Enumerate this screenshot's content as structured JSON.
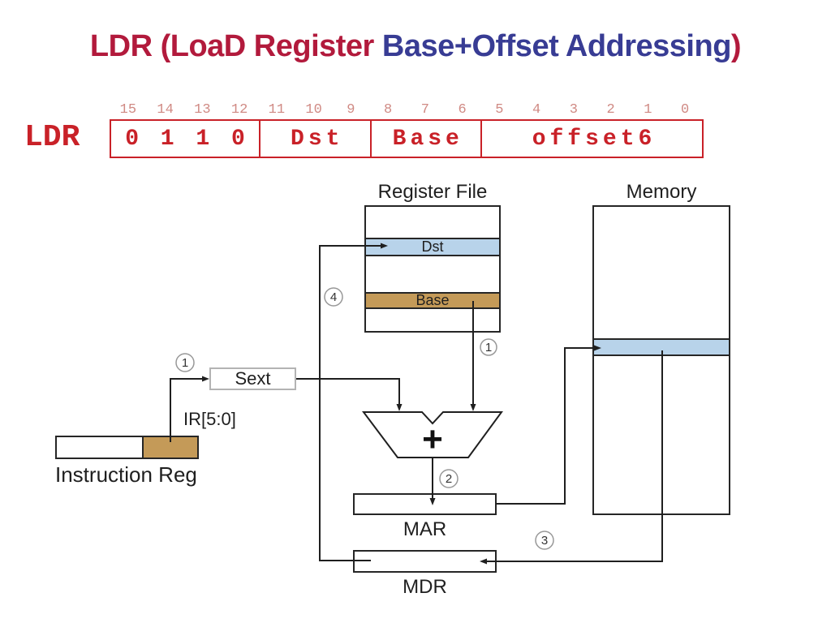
{
  "title": {
    "prefix": "LDR (LoaD Register ",
    "highlight": "Base+Offset Addressing",
    "suffix": ")"
  },
  "instruction_format": {
    "mnemonic": "LDR",
    "bit_numbers": [
      "15",
      "14",
      "13",
      "12",
      "11",
      "10",
      "9",
      "8",
      "7",
      "6",
      "5",
      "4",
      "3",
      "2",
      "1",
      "0"
    ],
    "fields": [
      {
        "name": "opcode",
        "label": "0 1 1 0",
        "bits": "15-12"
      },
      {
        "name": "dst",
        "label": "Dst",
        "bits": "11-9"
      },
      {
        "name": "base",
        "label": "Base",
        "bits": "8-6"
      },
      {
        "name": "offset6",
        "label": "offset6",
        "bits": "5-0"
      }
    ]
  },
  "diagram": {
    "register_file": {
      "title": "Register File",
      "dst_row": "Dst",
      "base_row": "Base"
    },
    "memory": {
      "title": "Memory"
    },
    "sext": {
      "label": "Sext"
    },
    "instruction_reg": {
      "field_label": "IR[5:0]",
      "caption": "Instruction Reg"
    },
    "adder": {
      "label": "+"
    },
    "mar": {
      "label": "MAR"
    },
    "mdr": {
      "label": "MDR"
    },
    "step_markers": [
      "1",
      "1",
      "2",
      "3",
      "4"
    ]
  },
  "colors": {
    "title_crimson": "#b21a3c",
    "title_navy": "#383c94",
    "encoding_red": "#c92128",
    "bit_number_red": "#d08a84",
    "register_blue": "#b8d3ea",
    "register_tan": "#c49a58",
    "line_dark": "#1f1f1f",
    "circle_gray": "#989898"
  }
}
